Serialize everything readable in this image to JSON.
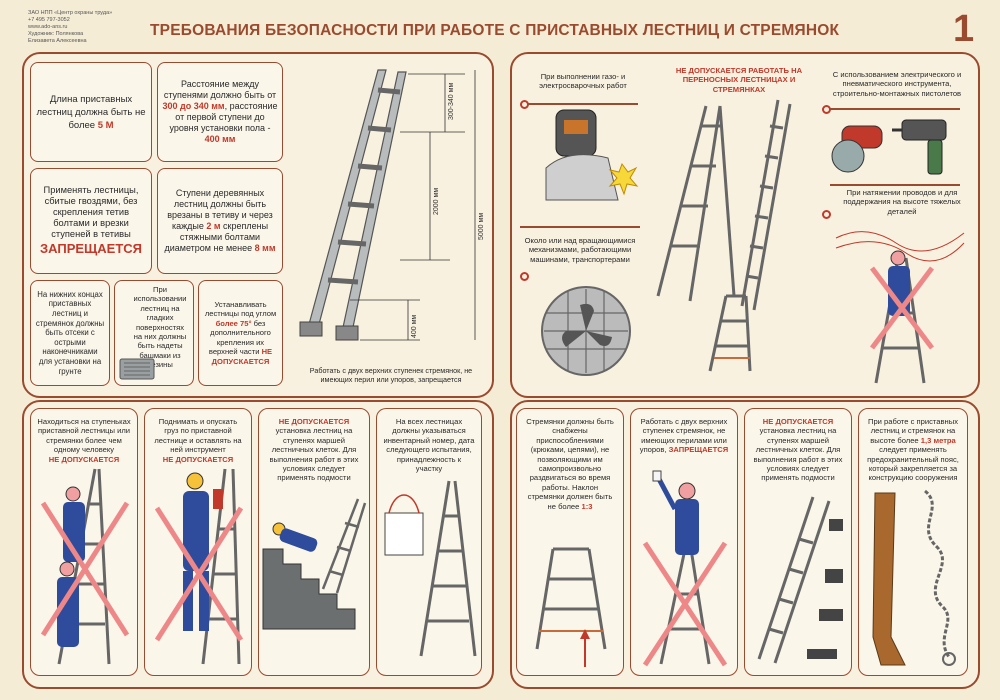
{
  "header": {
    "publisher": "ЗАО НПП «Центр охраны труда»\n+7 495 797-3052\nwww.ado-ans.ru\nХудожник: Полянкова\nЕлизавета Алексеевна",
    "title": "ТРЕБОВАНИЯ БЕЗОПАСНОСТИ ПРИ РАБОТЕ С ПРИСТАВНЫХ ЛЕСТНИЦ И СТРЕМЯНОК",
    "page_number": "1"
  },
  "left": {
    "length": {
      "pre": "Длина приставных лестниц должна быть не более ",
      "val": "5 М"
    },
    "step_spacing": {
      "l1": "Расстояние между ступенями должно быть от",
      "l2": "300 до 340 мм",
      "l3": ", расстояние от первой ступени до уровня установки пола - ",
      "l4": "400 мм"
    },
    "nailed": {
      "text": "Применять лестницы, сбитые гвоздями, без скрепления тетив болтами и врезки ступеней в тетивы",
      "red": "ЗАПРЕЩАЕТСЯ"
    },
    "wooden": {
      "pre": "Ступени деревянных лестниц должны быть врезаны в тетиву и через каждые ",
      "val1": "2 м",
      "mid": " скреплены стяжными болтами диаметром не менее ",
      "val2": "8 мм"
    },
    "tips": "На нижних концах приставных лестниц и стремянок должны быть отсеки с острыми наконечниками для установки на грунте",
    "shoes": "При использовании лестниц на гладких поверхностях на них должны быть надеты башмаки из резины",
    "angle": {
      "pre": "Устанавливать лестницы под углом ",
      "val": "более 75°",
      "mid": " без дополнительного крепления их верхней части ",
      "red": "НЕ ДОПУСКАЕТСЯ"
    },
    "dims": {
      "d1": "300-340 мм",
      "d2": "2000 мм",
      "d3": "5000 мм",
      "d4": "400 мм"
    },
    "top_steps_caption": "Работать с двух верхних ступенек стремянок, не имеющих перил или упоров, запрещается"
  },
  "bottom_left": {
    "one_person": {
      "text": "Находиться на ступеньках приставной лестницы или стремянки более чем одному человеку",
      "red": "НЕ ДОПУСКАЕТСЯ"
    },
    "load": {
      "text": "Поднимать и опускать груз по приставной лестнице и оставлять на ней инструмент",
      "red": "НЕ ДОПУСКАЕТСЯ"
    },
    "stairs": {
      "red": "НЕ ДОПУСКАЕТСЯ",
      "text": "установка лестниц на ступенях маршей лестничных клеток. Для выполнения работ в этих условиях следует применять подмости"
    },
    "number": {
      "text": "На всех лестницах должны указываться инвентарный номер, дата следующего испытания, принадлежность к участку"
    }
  },
  "right": {
    "forbidden_title": "НЕ ДОПУСКАЕТСЯ РАБОТАТЬ НА ПЕРЕНОСНЫХ ЛЕСТНИЦАХ И СТРЕМЯНКАХ",
    "welding": "При выполнении газо- и электросварочных работ",
    "rotating": "Около или над вращающимися механизмами, работающими машинами, транспортерами",
    "power_tools": "С использованием электрического и пневматического инструмента, строительно-монтажных пистолетов",
    "wires": "При натяжении проводов и для поддержания на высоте тяжелых деталей"
  },
  "bottom_right": {
    "hooks": {
      "text": "Стремянки должны быть снабжены приспособлениями (крюками, цепями), не позволяющими им самопроизвольно раздвигаться во время работы. Наклон стремянки должен быть не более ",
      "val": "1:3"
    },
    "railings": {
      "text": "Работать с двух верхних ступенек стремянок, не имеющих перилами или упоров, ",
      "red": "ЗАПРЕЩАЕТСЯ"
    },
    "stairs2": {
      "red": "НЕ ДОПУСКАЕТСЯ",
      "text": "установка лестниц на ступенях маршей лестничных клеток. Для выполнения работ в этих условиях следует применять подмости"
    },
    "belt": {
      "pre": "При работе с приставных лестниц и стремянок на высоте более ",
      "val": "1,3 метра",
      "post": " следует применять предохранительный пояс, который закрепляется за конструкцию сооружения"
    }
  }
}
